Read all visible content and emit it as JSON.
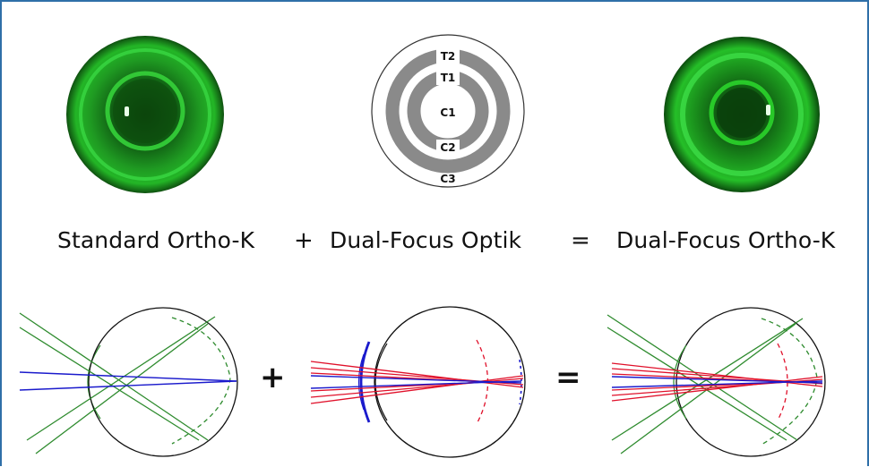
{
  "formula": {
    "term1": "Standard Ortho-K",
    "plus": "+",
    "term2": "Dual-Focus Optik",
    "equals": "=",
    "result": "Dual-Focus Ortho-K"
  },
  "zone_diagram": {
    "labels": [
      "T2",
      "T1",
      "C1",
      "C2",
      "C3"
    ]
  },
  "ray_diagrams": {
    "plus": "+",
    "equals": "="
  },
  "colors": {
    "frame": "#2f6fa8",
    "lens_green": "#2bd42b",
    "zone_gray": "#8a8a8a",
    "ray_green": "#2e8b2e",
    "ray_blue": "#1a1acc",
    "ray_red": "#e0102a"
  }
}
